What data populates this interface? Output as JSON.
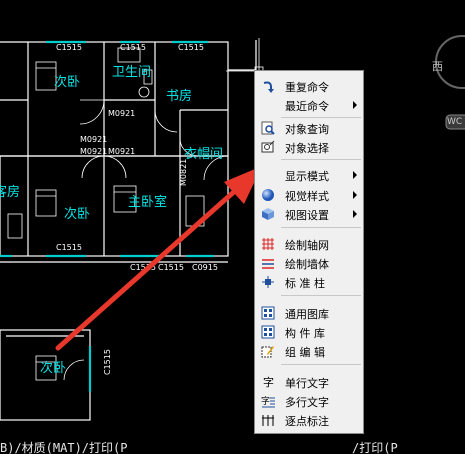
{
  "context_menu": {
    "items": [
      {
        "label": "重复命令",
        "icon": "repeat-arrow-icon",
        "submenu": false
      },
      {
        "label": "最近命令",
        "icon": "",
        "submenu": true
      },
      {
        "label": "对象查询",
        "icon": "magnifier-icon",
        "submenu": false
      },
      {
        "label": "对象选择",
        "icon": "select-object-icon",
        "submenu": false
      },
      {
        "label": "显示模式",
        "icon": "",
        "submenu": true
      },
      {
        "label": "视觉样式",
        "icon": "sphere-icon",
        "submenu": true
      },
      {
        "label": "视图设置",
        "icon": "cube-icon",
        "submenu": true
      },
      {
        "label": "绘制轴网",
        "icon": "grid-icon",
        "submenu": false
      },
      {
        "label": "绘制墙体",
        "icon": "wall-icon",
        "submenu": false
      },
      {
        "label": "标 准 柱",
        "icon": "column-icon",
        "submenu": false
      },
      {
        "label": "通用图库",
        "icon": "library-icon",
        "submenu": false
      },
      {
        "label": "构 件 库",
        "icon": "component-library-icon",
        "submenu": false
      },
      {
        "label": "组 编 辑",
        "icon": "group-edit-icon",
        "submenu": false
      },
      {
        "label": "单行文字",
        "icon": "single-line-text-icon",
        "submenu": false
      },
      {
        "label": "多行文字",
        "icon": "multi-line-text-icon",
        "submenu": false
      },
      {
        "label": "逐点标注",
        "icon": "point-dimension-icon",
        "submenu": false
      }
    ]
  },
  "floorplan": {
    "rooms": [
      "次卧",
      "卫生间",
      "书房",
      "衣帽间",
      "次卧",
      "主卧室",
      "次卧",
      "客房"
    ],
    "window_tags": [
      "C1515",
      "C1515",
      "C1515",
      "C1515",
      "C1515",
      "C1515",
      "C0915",
      "C1515"
    ],
    "door_tags": [
      "M0921",
      "M0921",
      "M0921",
      "M0921",
      "M0821"
    ]
  },
  "compass": {
    "direction_label": "西",
    "ucs_label": "WC"
  },
  "command_line": {
    "left_text": "B)/材质(MAT)/打印(P",
    "right_text": "/打印(P"
  },
  "colors": {
    "wall": "#ffffff",
    "room_text": "#00e5e5",
    "tag_text": "#ffffff",
    "window": "#00cccc",
    "arrow": "#e8372b",
    "menu_bg": "#f0f0f0"
  }
}
